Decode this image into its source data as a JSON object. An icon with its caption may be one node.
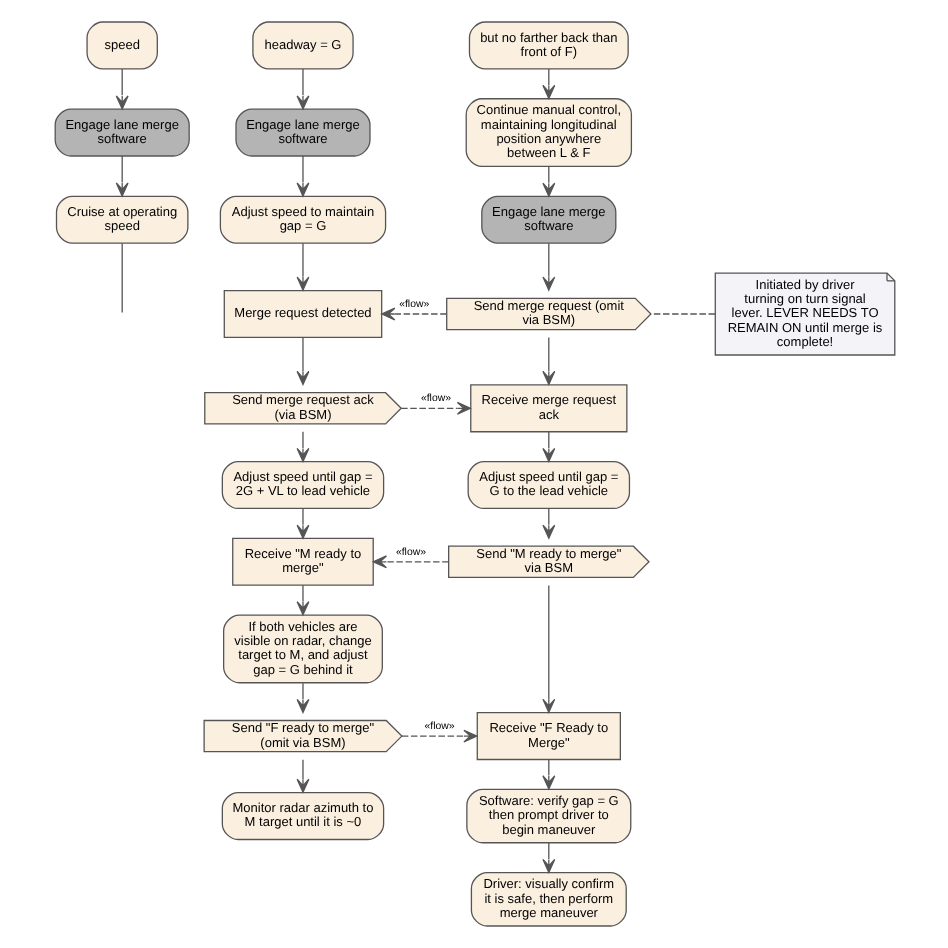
{
  "diagram": {
    "nodes": [
      {
        "text": [
          "speed"
        ]
      },
      {
        "text": [
          "Engage lane merge software"
        ]
      },
      {
        "text": [
          "Cruise at operating speed"
        ]
      },
      {
        "text": [
          "headway = G"
        ]
      },
      {
        "text": [
          "Engage lane merge software"
        ]
      },
      {
        "text": [
          "Adjust speed to maintain gap = G"
        ]
      },
      {
        "text": [
          "Merge request detected"
        ]
      },
      {
        "text": [
          "Send merge request ack (via BSM)"
        ]
      },
      {
        "text": [
          "Adjust speed until gap = 2G + VL to lead vehicle"
        ]
      },
      {
        "text": [
          "Receive \"M ready to merge\""
        ]
      },
      {
        "text": [
          "If both vehicles are visible on radar, change target to M, and adjust gap = G behind it"
        ]
      },
      {
        "text": [
          "Send \"F ready to merge\" (omit via BSM)"
        ]
      },
      {
        "text": [
          "Monitor radar azimuth to M target until it is ~0"
        ]
      },
      {
        "text": [
          "but no farther back than front of F)"
        ]
      },
      {
        "text": [
          "Continue manual control, maintaining longitudinal position anywhere between L & F"
        ]
      },
      {
        "text": [
          "Engage lane merge software"
        ]
      },
      {
        "text": [
          "Send merge request (omit via BSM)"
        ]
      },
      {
        "text": [
          "Receive merge request ack"
        ]
      },
      {
        "text": [
          "Adjust speed until gap = G to the lead vehicle"
        ]
      },
      {
        "text": [
          "Send \"M ready to merge\" via BSM"
        ]
      },
      {
        "text": [
          "Receive \"F Ready to Merge\""
        ]
      },
      {
        "text": [
          "Software: verify gap = G then prompt driver to begin maneuver"
        ]
      },
      {
        "text": [
          "Driver: visually confirm it is safe, then perform merge maneuver"
        ]
      },
      {
        "text": [
          "Initiated by driver turning on turn signal lever. LEVER NEEDS TO REMAIN ON until merge is complete!"
        ]
      }
    ],
    "edges": [
      {
        "from": 0,
        "to": 1,
        "arrow": "to"
      },
      {
        "from": 1,
        "to": 2,
        "arrow": "to"
      },
      {
        "from": 2,
        "to": null,
        "arrow": "none"
      },
      {
        "from": 3,
        "to": 4,
        "arrow": "to"
      },
      {
        "from": 4,
        "to": 5,
        "arrow": "to"
      },
      {
        "from": 5,
        "to": 6,
        "arrow": "to"
      },
      {
        "from": 6,
        "to": 7,
        "arrow": "to"
      },
      {
        "from": 7,
        "to": 8,
        "arrow": "to"
      },
      {
        "from": 8,
        "to": 9,
        "arrow": "to"
      },
      {
        "from": 9,
        "to": 10,
        "arrow": "to"
      },
      {
        "from": 10,
        "to": 11,
        "arrow": "to"
      },
      {
        "from": 11,
        "to": 12,
        "arrow": "to"
      },
      {
        "from": 13,
        "to": 14,
        "arrow": "to"
      },
      {
        "from": 14,
        "to": 15,
        "arrow": "to"
      },
      {
        "from": 15,
        "to": 16,
        "arrow": "to"
      },
      {
        "from": 16,
        "to": 17,
        "arrow": "to"
      },
      {
        "from": 17,
        "to": 18,
        "arrow": "to"
      },
      {
        "from": 18,
        "to": 19,
        "arrow": "to"
      },
      {
        "from": 19,
        "to": 20,
        "arrow": "to"
      },
      {
        "from": 20,
        "to": 21,
        "arrow": "to"
      },
      {
        "from": 21,
        "to": 22,
        "arrow": "to"
      },
      {
        "from": 16,
        "to": 6,
        "arrow": "to",
        "style": "dashed",
        "label": "«flow»"
      },
      {
        "from": 7,
        "to": 17,
        "arrow": "to",
        "style": "dashed",
        "label": "«flow»"
      },
      {
        "from": 19,
        "to": 9,
        "arrow": "to",
        "style": "dashed",
        "label": "«flow»"
      },
      {
        "from": 11,
        "to": 20,
        "arrow": "to",
        "style": "dashed",
        "label": "«flow»"
      },
      {
        "from": 23,
        "to": 16,
        "arrow": "none",
        "style": "dashed"
      }
    ]
  }
}
